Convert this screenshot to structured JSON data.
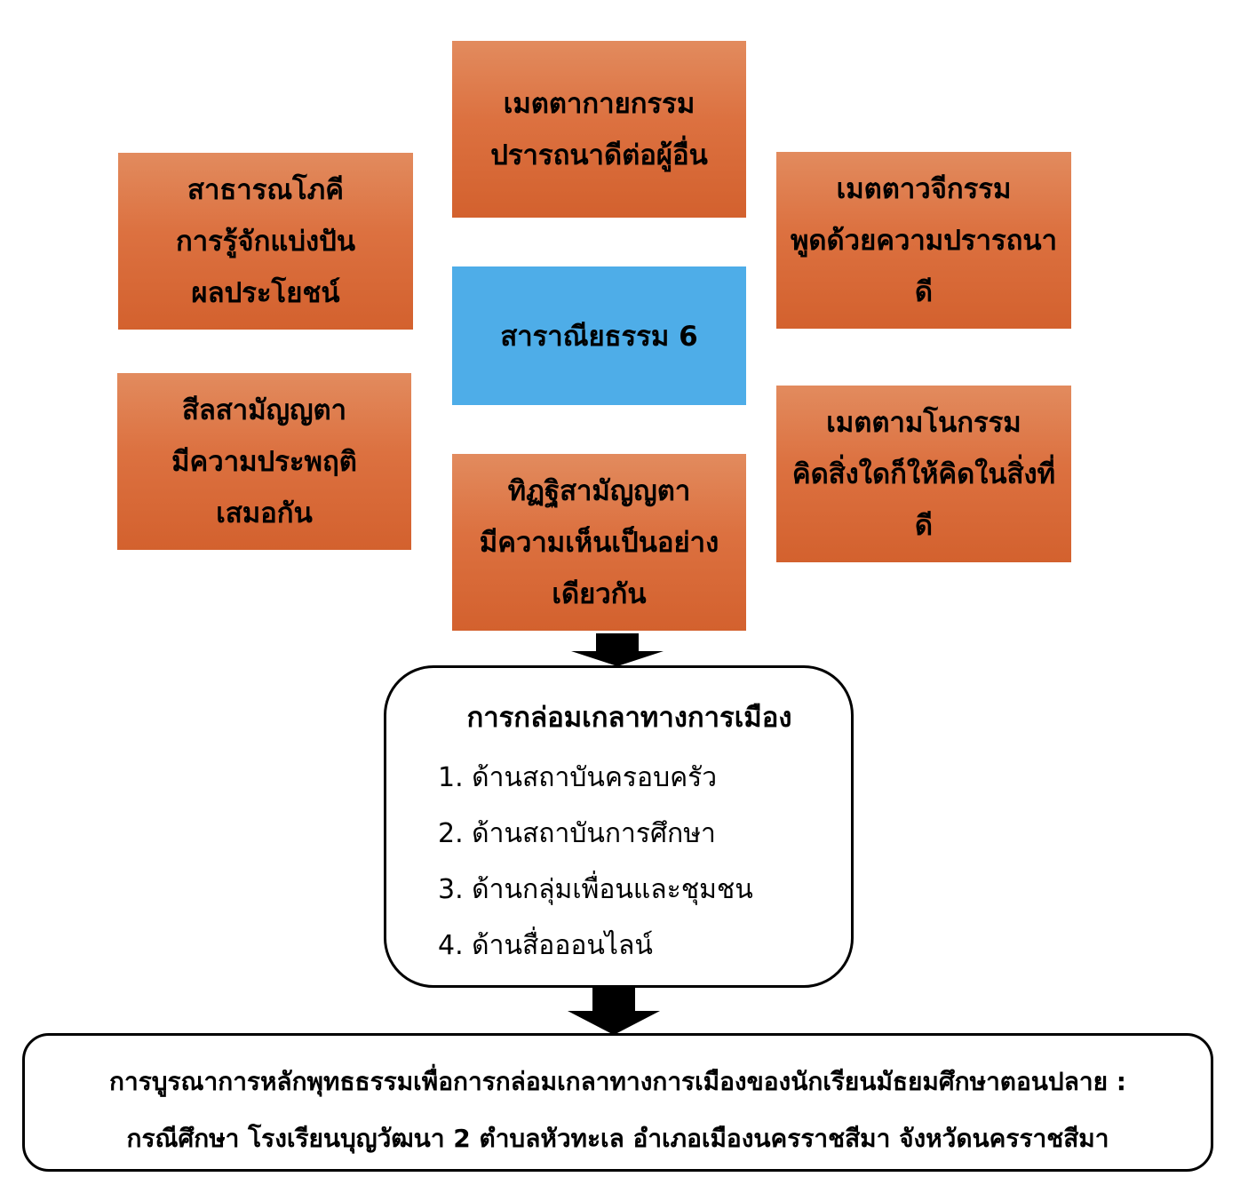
{
  "center": {
    "label": "สาราณียธรรม 6"
  },
  "boxes": {
    "top": [
      "เมตตากายกรรม",
      "ปรารถนาดีต่อผู้อื่น"
    ],
    "top_left": [
      "สาธารณโภคี",
      "การรู้จักแบ่งปัน",
      "ผลประโยชน์"
    ],
    "top_right": [
      "เมตตาวจีกรรม",
      "พูดด้วยความปรารถนา",
      "ดี"
    ],
    "bottom_left": [
      "สีลสามัญญตา",
      "มีความประพฤติ",
      "เสมอกัน"
    ],
    "bottom_right": [
      "เมตตามโนกรรม",
      "คิดสิ่งใดก็ให้คิดในสิ่งที่",
      "ดี"
    ],
    "bottom": [
      "ทิฏฐิสามัญญตา",
      "มีความเห็นเป็นอย่าง",
      "เดียวกัน"
    ]
  },
  "middle": {
    "title": "การกล่อมเกลาทางการเมือง",
    "items": [
      "1. ด้านสถาบันครอบครัว",
      "2. ด้านสถาบันการศึกษา",
      "3. ด้านกลุ่มเพื่อนและชุมชน",
      "4. ด้านสื่อออนไลน์"
    ]
  },
  "result": {
    "line1": "การบูรณาการหลักพุทธธรรมเพื่อการกล่อมเกลาทางการเมืองของนักเรียนมัธยมศึกษาตอนปลาย :",
    "line2": "กรณีศึกษา โรงเรียนบุญวัฒนา 2 ตำบลหัวทะเล อำเภอเมืองนครราชสีมา จังหวัดนครราชสีมา"
  },
  "colors": {
    "orange": "#dc7140",
    "blue": "#4eade8",
    "outline": "#000000"
  }
}
